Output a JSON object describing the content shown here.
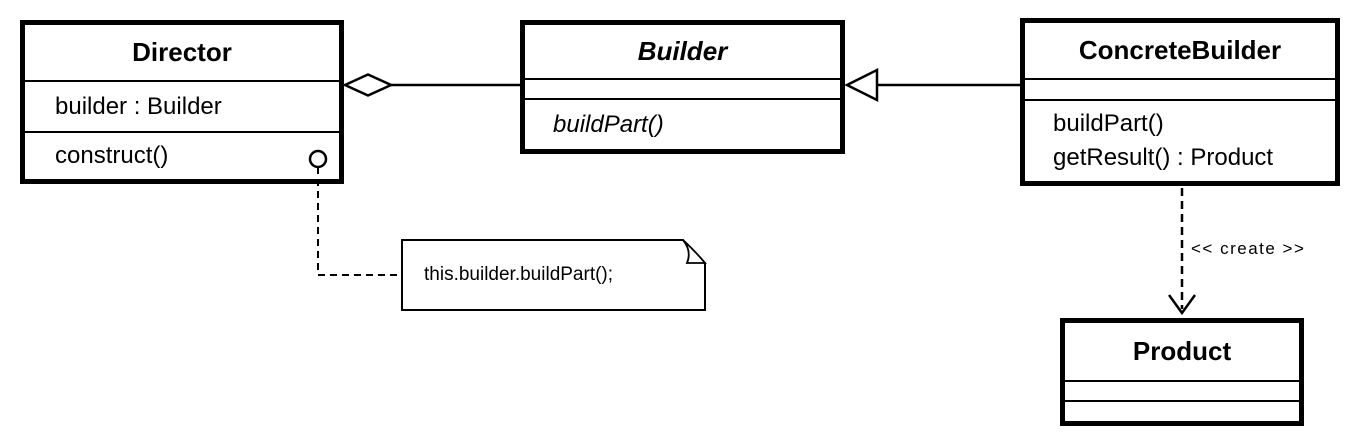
{
  "diagram": {
    "title": "Builder pattern UML class diagram",
    "background_color": "#ffffff",
    "stroke_color": "#000000",
    "classes": {
      "director": {
        "title": "Director",
        "attributes": [
          "builder : Builder"
        ],
        "methods": [
          "construct()"
        ]
      },
      "builder": {
        "title": "Builder",
        "abstract": true,
        "attributes": [],
        "methods": [
          "buildPart()"
        ]
      },
      "concrete_builder": {
        "title": "ConcreteBuilder",
        "attributes": [],
        "methods": [
          "buildPart()",
          "getResult() : Product"
        ]
      },
      "product": {
        "title": "Product",
        "attributes": [],
        "methods": []
      }
    },
    "note": {
      "text": "this.builder.buildPart();"
    },
    "relationships": {
      "aggregation": {
        "from": "Director",
        "to": "Builder",
        "type": "aggregation"
      },
      "generalization": {
        "from": "ConcreteBuilder",
        "to": "Builder",
        "type": "generalization"
      },
      "dependency": {
        "from": "ConcreteBuilder",
        "to": "Product",
        "type": "dependency",
        "label": "<< create >>"
      },
      "note_anchor": {
        "from": "Director.construct()",
        "to": "note",
        "type": "note-anchor"
      }
    }
  }
}
